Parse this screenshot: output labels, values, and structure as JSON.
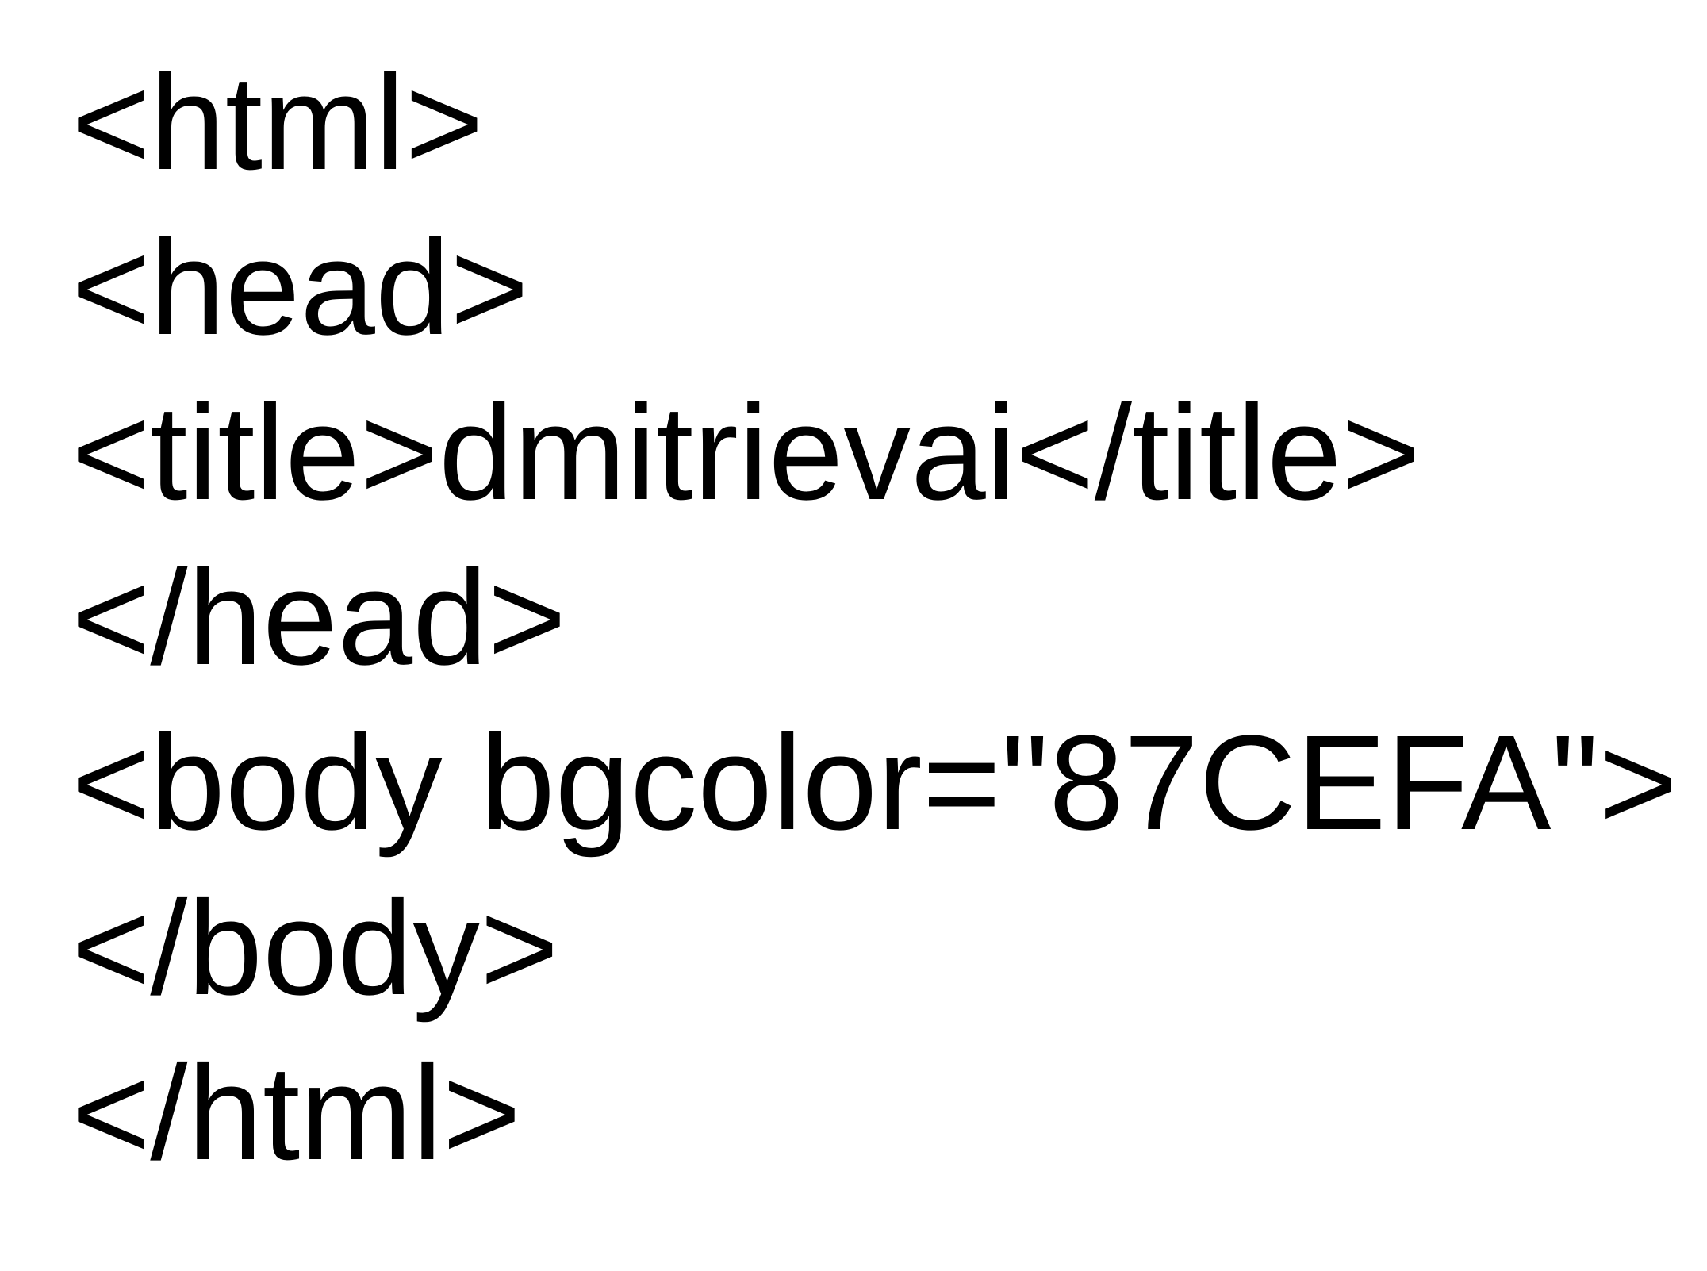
{
  "document": {
    "lines": [
      "<html>",
      "<head>",
      "<title>dmitrievai</title>",
      "</head>",
      "<body bgcolor=\"87CEFA\">",
      "</body>",
      "</html>"
    ]
  },
  "colors": {
    "background": "#ffffff",
    "text": "#000000"
  }
}
